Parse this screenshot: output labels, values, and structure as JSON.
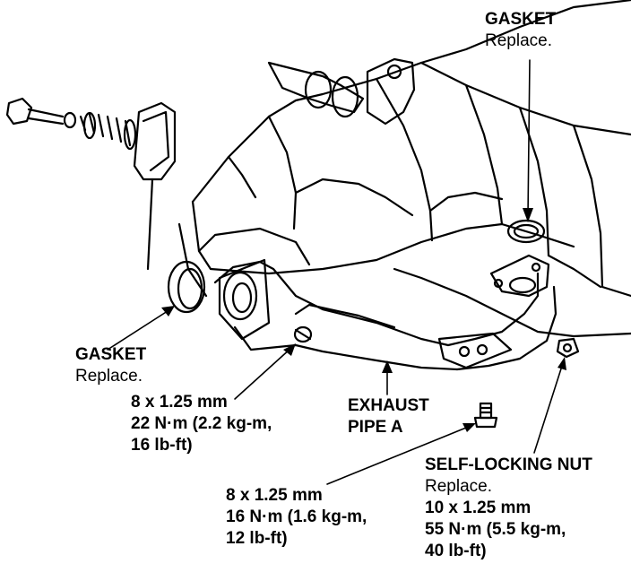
{
  "callouts": {
    "gasket_top": {
      "title": "GASKET",
      "note": "Replace."
    },
    "gasket_left": {
      "title": "GASKET",
      "note": "Replace."
    },
    "bolt_a": {
      "size": "8 x 1.25 mm",
      "torque": "22 N·m (2.2 kg-m,",
      "torque_ft": "16 lb-ft)"
    },
    "exhaust_pipe": {
      "line1": "EXHAUST",
      "line2": "PIPE A"
    },
    "self_locking_nut": {
      "title": "SELF-LOCKING NUT",
      "note": "Replace.",
      "size": "10 x 1.25 mm",
      "torque": "55 N·m (5.5 kg-m,",
      "torque_ft": "40 lb-ft)"
    },
    "bolt_b": {
      "size": "8 x 1.25 mm",
      "torque": "16 N·m (1.6 kg-m,",
      "torque_ft": "12 lb-ft)"
    }
  }
}
